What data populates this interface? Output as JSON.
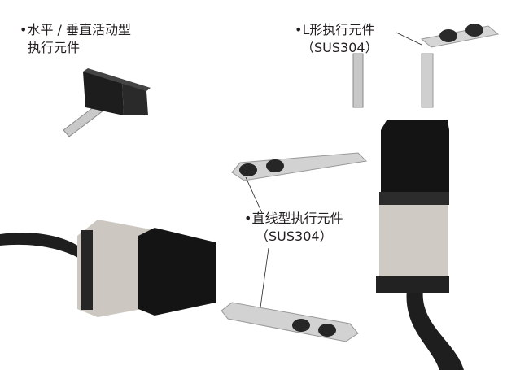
{
  "labels": {
    "horizontal_vertical_actuator": {
      "line1": "•水平 / 垂直活动型",
      "line2": "执行元件"
    },
    "l_actuator": {
      "line1": "•L形执行元件",
      "line2": "（SUS304）"
    },
    "straight_actuator": {
      "line1": "•直线型执行元件",
      "line2": "（SUS304）"
    }
  }
}
